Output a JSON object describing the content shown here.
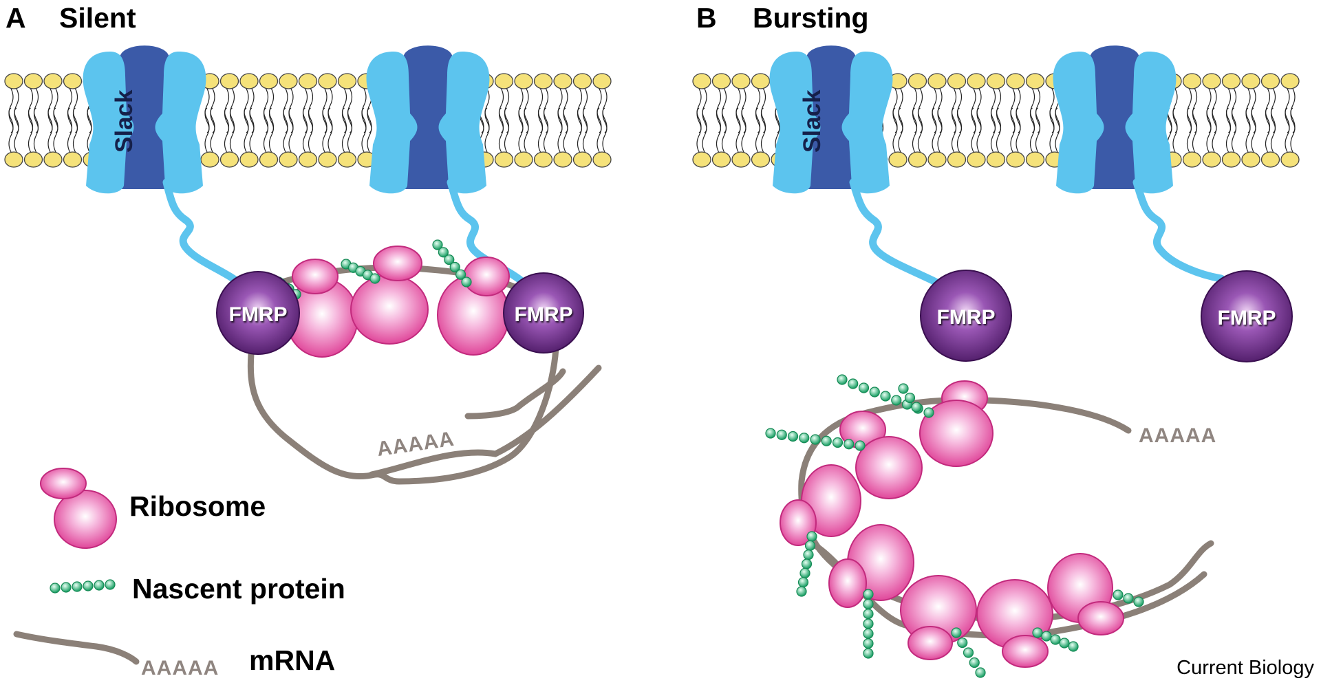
{
  "panel_a": {
    "letter": "A",
    "title": "Silent",
    "channel_label": "Slack",
    "fmrp_labels": [
      "FMRP",
      "FMRP"
    ],
    "polya_label": "AAAAA"
  },
  "panel_b": {
    "letter": "B",
    "title": "Bursting",
    "channel_label": "Slack",
    "fmrp_labels": [
      "FMRP",
      "FMRP"
    ],
    "polya_label": "AAAAA"
  },
  "legend": {
    "ribosome": "Ribosome",
    "nascent_protein": "Nascent protein",
    "mrna": "mRNA",
    "mrna_polya": "AAAAA"
  },
  "credit": "Current Biology",
  "colors": {
    "lipid_head": "#f5e27a",
    "channel_light": "#5cc4ee",
    "channel_dark": "#3b5aa8",
    "fmrp": "#5a2478",
    "ribosome": "#e0489a",
    "nascent_protein": "#2fae75",
    "mrna": "#8b8078"
  }
}
